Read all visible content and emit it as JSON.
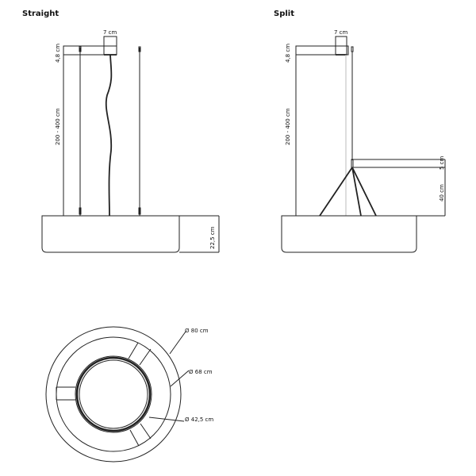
{
  "straight": {
    "title": "Straight",
    "canopy_width": "7 cm",
    "canopy_height": "4,8 cm",
    "cable_length": "200 - 400 cm",
    "shade_height": "22,5 cm"
  },
  "split": {
    "title": "Split",
    "canopy_width": "7 cm",
    "canopy_height": "4,8 cm",
    "cable_length": "200 - 400 cm",
    "hub_height": "5 cm",
    "drop_height": "40 cm"
  },
  "top_view": {
    "outer_diameter": "Ø 80 cm",
    "middle_diameter": "Ø 68 cm",
    "inner_diameter": "Ø 42,5 cm"
  }
}
